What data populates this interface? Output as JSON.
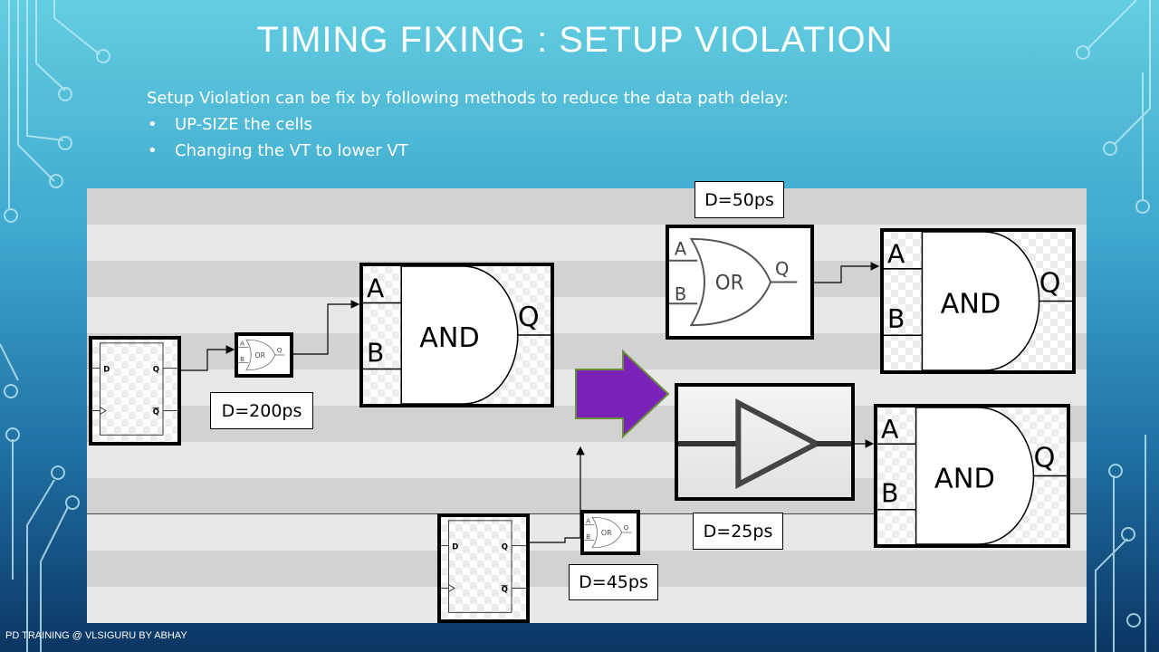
{
  "title": "Timing Fixing : Setup Violation",
  "intro": "Setup Violation can be fix by following methods to reduce the data path delay:",
  "bullets": [
    "UP-SIZE the cells",
    "Changing the VT to lower VT"
  ],
  "diagram": {
    "ff": {
      "d": "D",
      "q": "Q",
      "qbar": "Q"
    },
    "or": {
      "a": "A",
      "b": "B",
      "label": "OR",
      "q": "Q"
    },
    "and": {
      "a": "A",
      "b": "B",
      "label": "AND",
      "q": "Q"
    },
    "delays": {
      "left_or": "D=200ps",
      "top_or": "D=50ps",
      "buffer": "D=25ps",
      "bottom_or": "D=45ps"
    },
    "arrow_color": "#7b22b8"
  },
  "footer": "PD TRAINING @ VLSIGURU  BY ABHAY"
}
